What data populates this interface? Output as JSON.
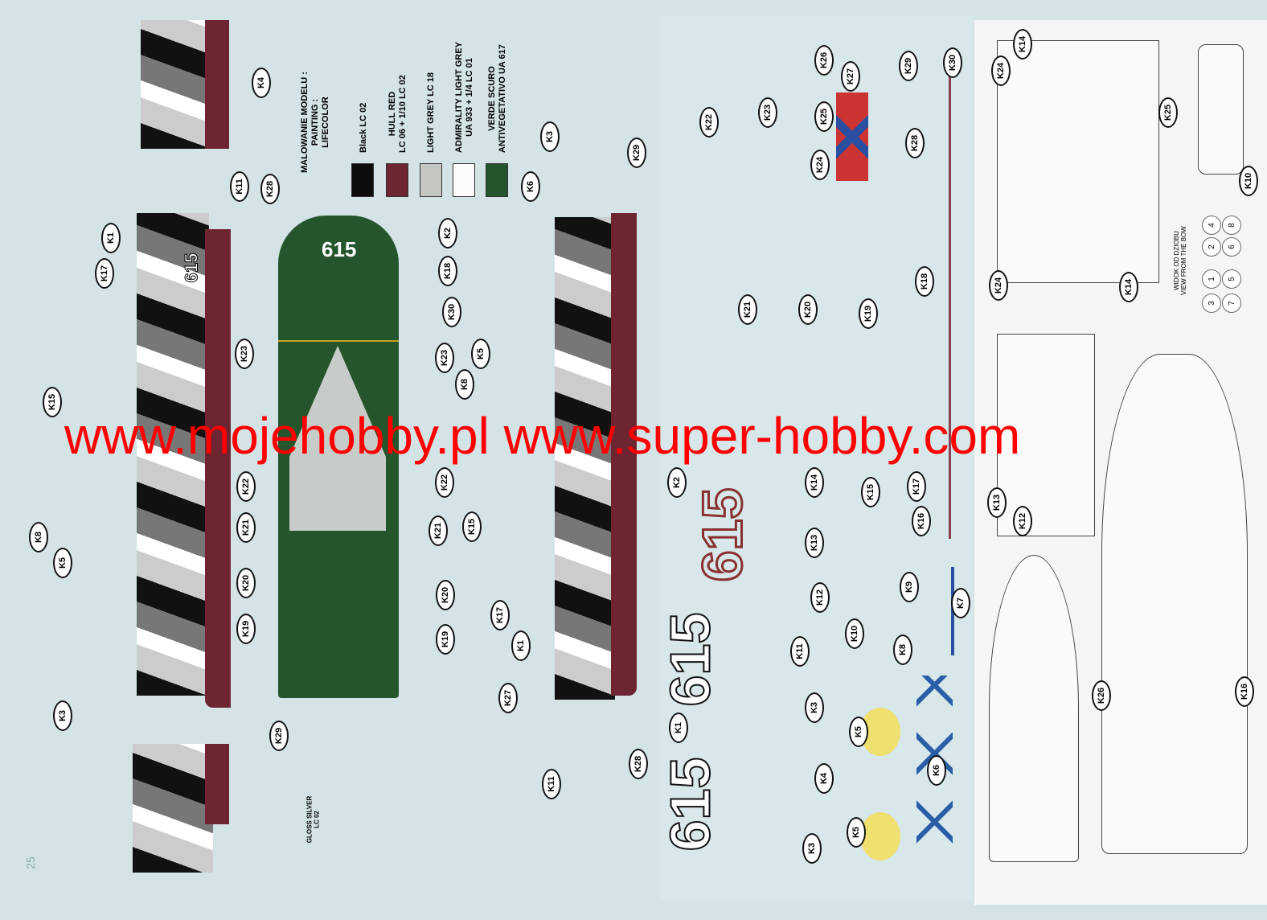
{
  "painting_legend": {
    "title_lines": [
      "MALOWANIE MODELU :",
      "PAINTING :",
      "LIFECOLOR"
    ],
    "colors": [
      {
        "label": "Black LC 02",
        "hex": "#0d0d0d"
      },
      {
        "label": "HULL RED\nLC 06 + 1/10 LC 02",
        "hex": "#6e2532"
      },
      {
        "label": "LIGHT GREY LC 18",
        "hex": "#c4c6c2"
      },
      {
        "label": "ADMIRALITY LIGHT GREY\nUA 933 + 1/4 LC 01",
        "hex": "#fbfbfb"
      },
      {
        "label": "VERDE SCURO\nANTIVEGETATIVO UA 617",
        "hex": "#24552c"
      }
    ]
  },
  "gloss_silver_note": "GLOSS SILVER\nLC 02",
  "deck_number": "615",
  "hull_number_small": "615",
  "decal_numbers": {
    "large": "615",
    "red": "615"
  },
  "launcher_view": {
    "caption": "WIDOK OD DZIOBU\nVIEW FROM THE BOW",
    "tubes": [
      "3",
      "1",
      "2",
      "4",
      "7",
      "5",
      "6",
      "8"
    ]
  },
  "watermark": "www.mojehobby.pl www.super-hobby.com",
  "callouts": [
    "K4",
    "K11",
    "K28",
    "K1",
    "K17",
    "K15",
    "K8",
    "K5",
    "K3",
    "K29",
    "K2",
    "K18",
    "K30",
    "K23",
    "K23",
    "K22",
    "K22",
    "K21",
    "K21",
    "K20",
    "K20",
    "K19",
    "K19",
    "K3",
    "K6",
    "K29",
    "K5",
    "K8",
    "K15",
    "K17",
    "K1",
    "K27",
    "K11",
    "K28",
    "K22",
    "K23",
    "K26",
    "K27",
    "K25",
    "K24",
    "K29",
    "K28",
    "K30",
    "K21",
    "K20",
    "K19",
    "K18",
    "K2",
    "K14",
    "K15",
    "K17",
    "K16",
    "K13",
    "K12",
    "K9",
    "K7",
    "K11",
    "K10",
    "K8",
    "K3",
    "K1",
    "K5",
    "K4",
    "K6",
    "K5",
    "K3",
    "K14",
    "K24",
    "K25",
    "K10",
    "K24",
    "K14",
    "K13",
    "K12",
    "K26",
    "K16"
  ],
  "page_number": "25",
  "colors": {
    "watermark": "#ff0000",
    "hull_red": "#6e2532",
    "deck_green": "#24552c"
  }
}
